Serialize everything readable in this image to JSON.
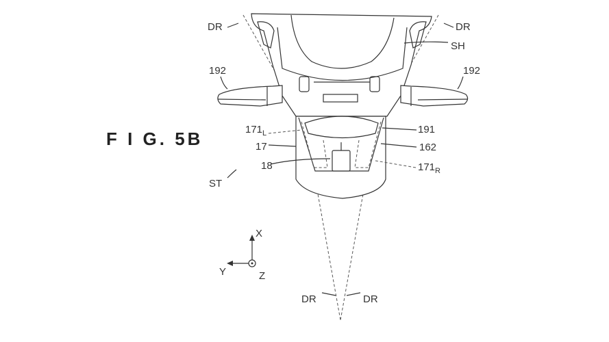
{
  "figure_title": "F I G.  5B",
  "labels": {
    "dr_top_left": "DR",
    "dr_top_right": "DR",
    "sh": "SH",
    "grip_left": "192",
    "grip_right": "192",
    "l171": "171",
    "l171_sub": "L",
    "r171": "171",
    "r171_sub": "R",
    "l191": "191",
    "l17": "17",
    "l162": "162",
    "l18": "18",
    "st": "ST",
    "dr_bottom_left": "DR",
    "dr_bottom_right": "DR"
  },
  "axes": {
    "x": "X",
    "y": "Y",
    "z": "Z"
  }
}
